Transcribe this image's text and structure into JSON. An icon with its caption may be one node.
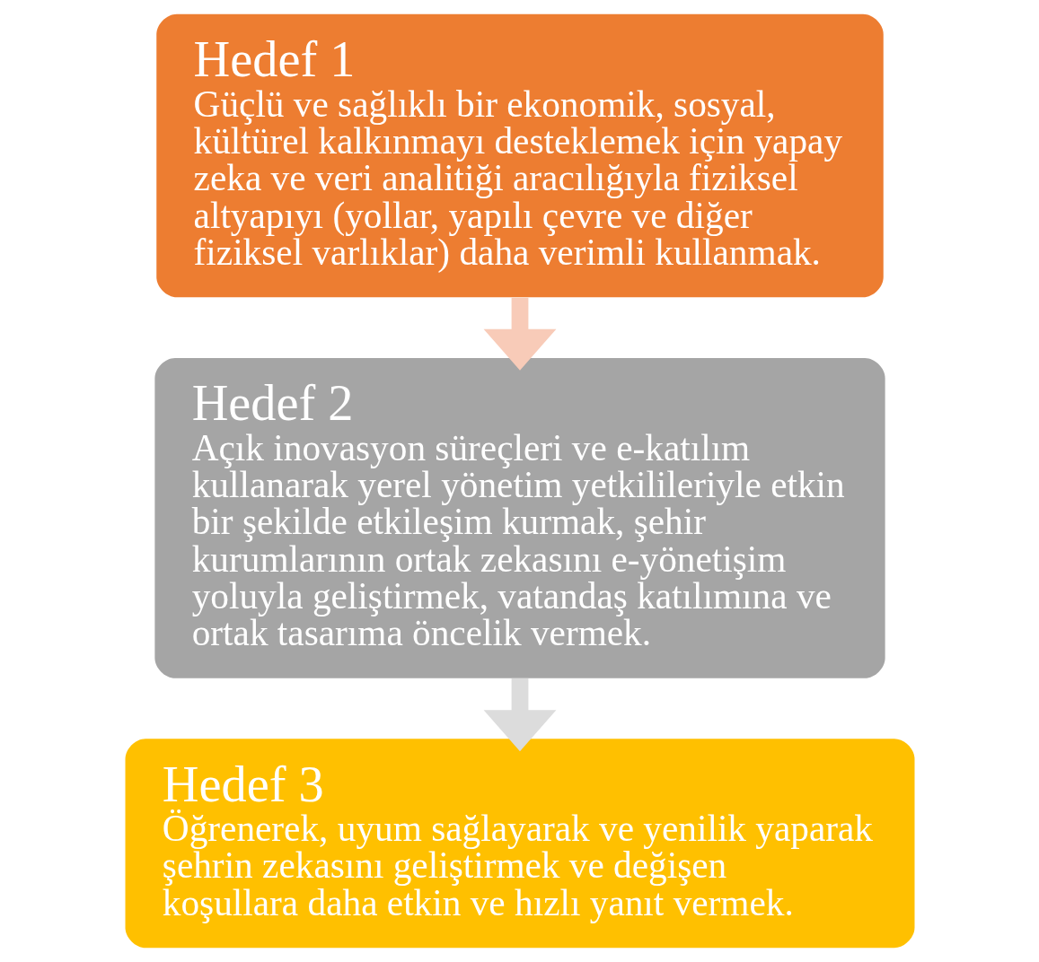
{
  "diagram": {
    "nodes": [
      {
        "text": [
          "Hedef 1",
          "Güçlü ve sağlıklı bir ekonomik, sosyal, kültürel kalkınmayı desteklemek için yapay zeka ve veri analitiği aracılığıyla fiziksel altyapıyı (yollar, yapılı çevre ve diğer fiziksel varlıklar) daha verimli kullanmak."
        ]
      },
      {
        "text": [
          "Hedef 2",
          "Açık inovasyon süreçleri ve e-katılım kullanarak yerel yönetim yetkilileriyle etkin bir şekilde etkileşim kurmak, şehir kurumlarının ortak zekasını e-yönetişim yoluyla geliştirmek, vatandaş katılımına ve ortak tasarıma öncelik vermek."
        ]
      },
      {
        "text": [
          "Hedef 3",
          "Öğrenerek, uyum sağlayarak ve yenilik yaparak şehrin zekasını geliştirmek ve değişen koşullara daha etkin ve hızlı yanıt vermek."
        ]
      }
    ],
    "edges": [
      {
        "from": 0,
        "to": 1,
        "arrow": "to",
        "color": "#f8cbb8"
      },
      {
        "from": 1,
        "to": 2,
        "arrow": "to",
        "color": "#dcdcdc"
      }
    ]
  }
}
